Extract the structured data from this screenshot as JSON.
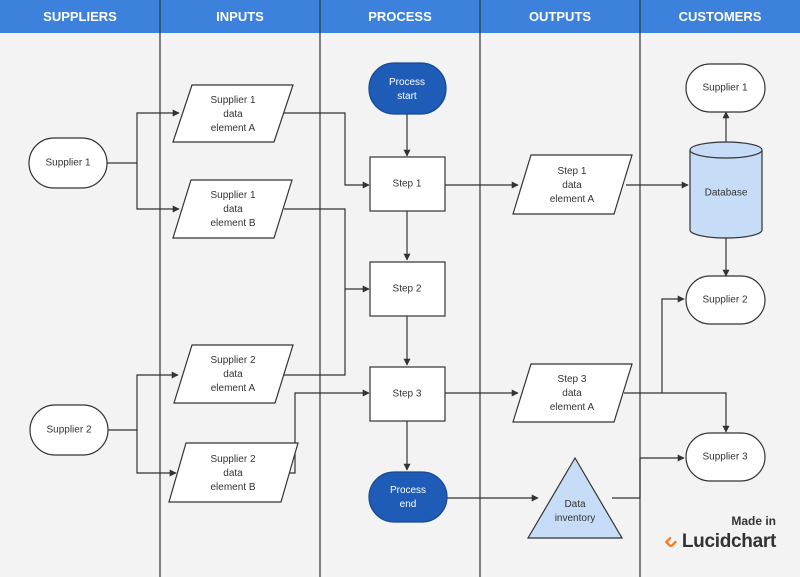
{
  "header": {
    "lanes": [
      {
        "label": "SUPPLIERS"
      },
      {
        "label": "INPUTS"
      },
      {
        "label": "PROCESS"
      },
      {
        "label": "OUTPUTS"
      },
      {
        "label": "CUSTOMERS"
      }
    ]
  },
  "nodes": {
    "supplier1_src": {
      "lines": [
        "Supplier 1"
      ]
    },
    "supplier2_src": {
      "lines": [
        "Supplier 2"
      ]
    },
    "in_s1a": {
      "lines": [
        "Supplier 1",
        "data",
        "element A"
      ]
    },
    "in_s1b": {
      "lines": [
        "Supplier 1",
        "data",
        "element B"
      ]
    },
    "in_s2a": {
      "lines": [
        "Supplier 2",
        "data",
        "element A"
      ]
    },
    "in_s2b": {
      "lines": [
        "Supplier 2",
        "data",
        "element B"
      ]
    },
    "process_start": {
      "lines": [
        "Process",
        "start"
      ]
    },
    "step1": {
      "lines": [
        "Step 1"
      ]
    },
    "step2": {
      "lines": [
        "Step 2"
      ]
    },
    "step3": {
      "lines": [
        "Step 3"
      ]
    },
    "process_end": {
      "lines": [
        "Process",
        "end"
      ]
    },
    "out_s1a": {
      "lines": [
        "Step 1",
        "data",
        "element A"
      ]
    },
    "out_s3a": {
      "lines": [
        "Step 3",
        "data",
        "element A"
      ]
    },
    "data_inventory": {
      "lines": [
        "Data",
        "inventory"
      ]
    },
    "cust_supplier1": {
      "lines": [
        "Supplier 1"
      ]
    },
    "database": {
      "lines": [
        "Database"
      ]
    },
    "cust_supplier2": {
      "lines": [
        "Supplier 2"
      ]
    },
    "cust_supplier3": {
      "lines": [
        "Supplier 3"
      ]
    }
  },
  "branding": {
    "made_in": "Made in",
    "name": "Lucidchart"
  },
  "colors": {
    "header": "#3c82dc",
    "process_terminal": "#1f5cb8",
    "light_blue": "#c7dcf7",
    "background": "#f3f3f4",
    "lines": "#333333",
    "logo_orange": "#f47b20"
  }
}
